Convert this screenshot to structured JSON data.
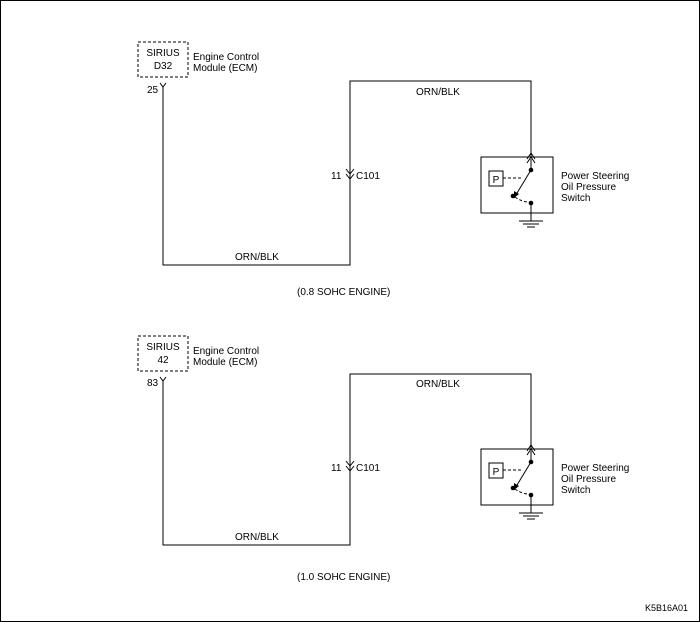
{
  "figure_code": "K5B16A01",
  "circuits": [
    {
      "ecm_name": "SIRIUS",
      "ecm_connector": "D32",
      "ecm_label_line1": "Engine Control",
      "ecm_label_line2": "Module (ECM)",
      "ecm_pin": "25",
      "wire_color_top": "ORN/BLK",
      "wire_color_bottom": "ORN/BLK",
      "connector_pin": "11",
      "connector_name": "C101",
      "switch_symbol": "P",
      "switch_label_line1": "Power Steering",
      "switch_label_line2": "Oil Pressure",
      "switch_label_line3": "Switch",
      "caption": "(0.8 SOHC ENGINE)"
    },
    {
      "ecm_name": "SIRIUS",
      "ecm_connector": "42",
      "ecm_label_line1": "Engine Control",
      "ecm_label_line2": "Module (ECM)",
      "ecm_pin": "83",
      "wire_color_top": "ORN/BLK",
      "wire_color_bottom": "ORN/BLK",
      "connector_pin": "11",
      "connector_name": "C101",
      "switch_symbol": "P",
      "switch_label_line1": "Power Steering",
      "switch_label_line2": "Oil Pressure",
      "switch_label_line3": "Switch",
      "caption": "(1.0 SOHC ENGINE)"
    }
  ]
}
